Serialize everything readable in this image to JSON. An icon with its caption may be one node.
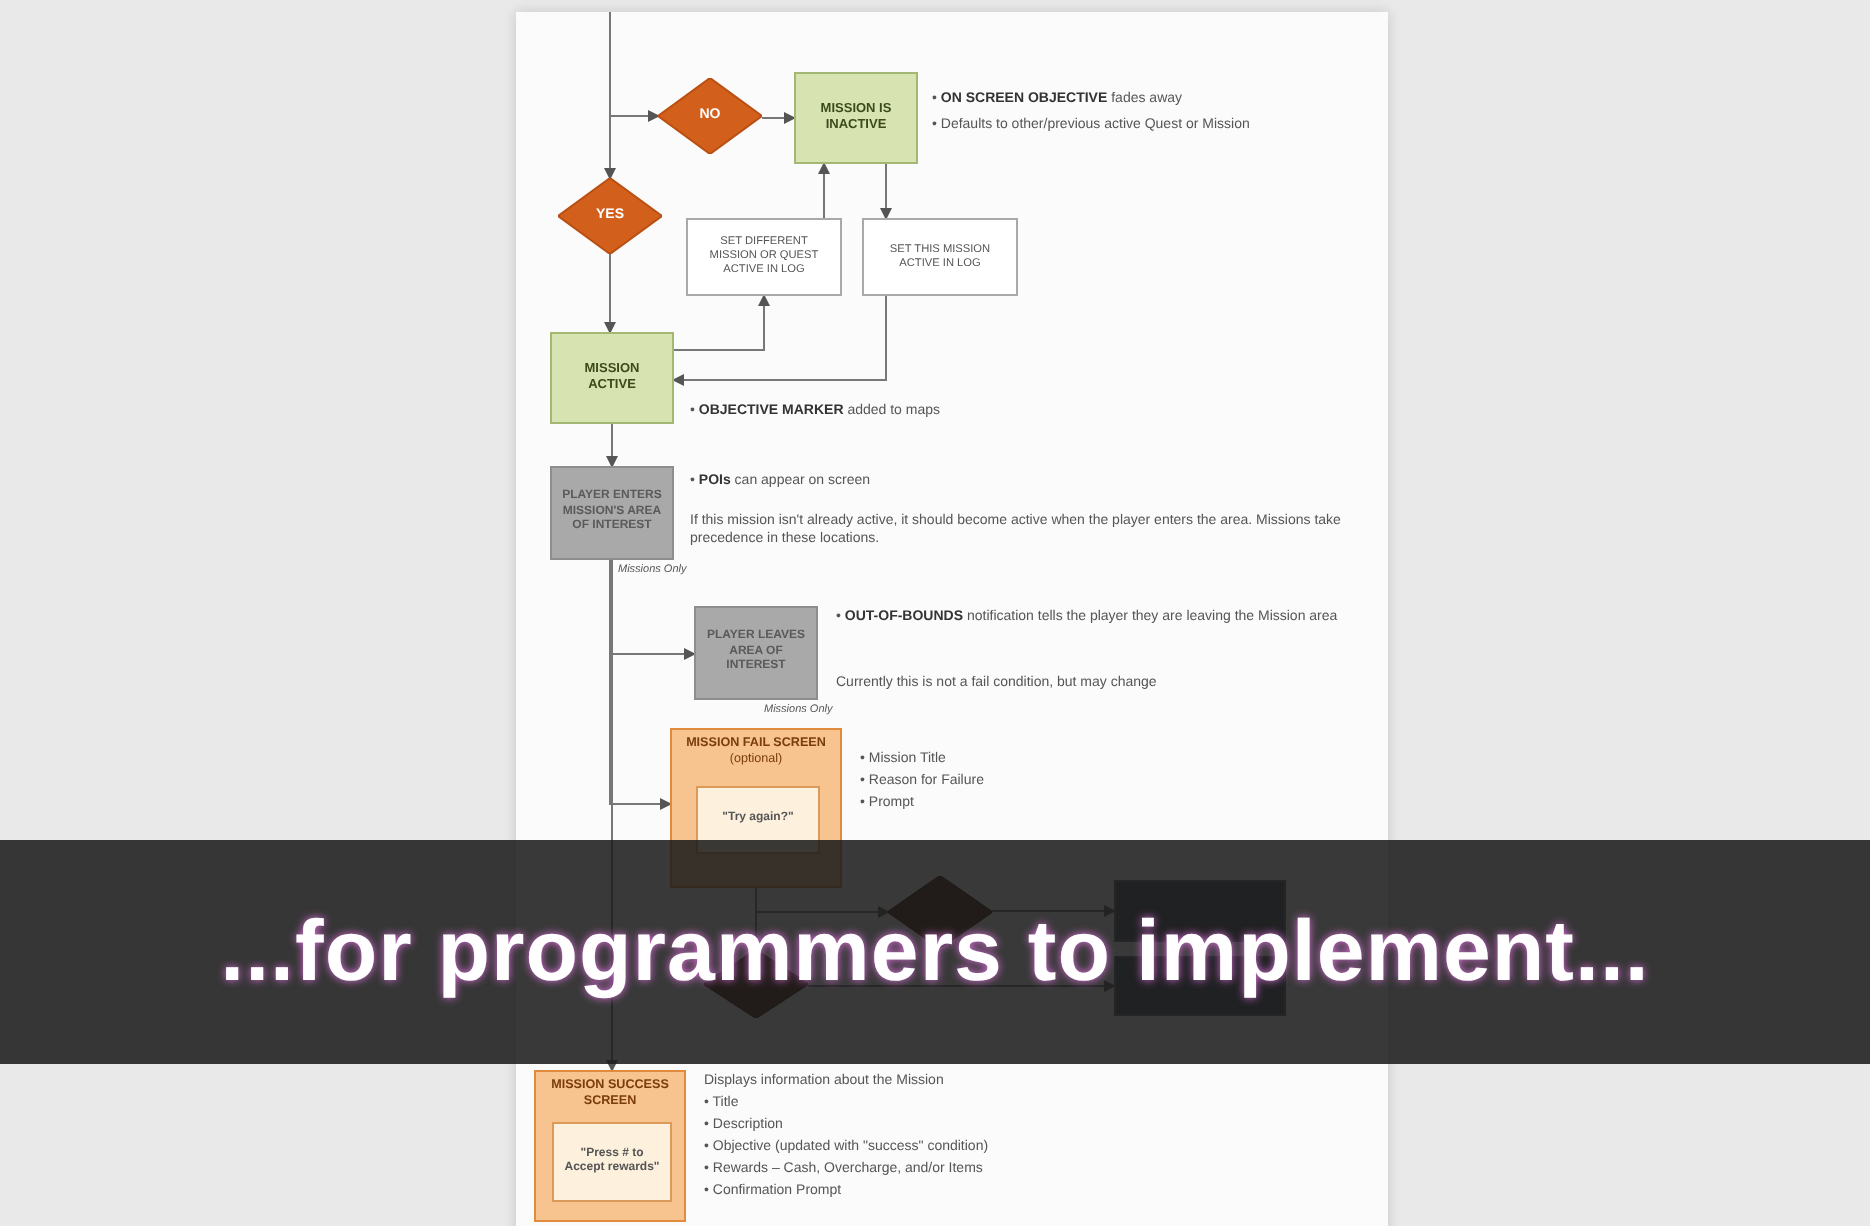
{
  "diagram": {
    "caption": "...for programmers to implement...",
    "nodes": [
      {
        "text": [
          "NO"
        ]
      },
      {
        "text": [
          "MISSION IS INACTIVE"
        ],
        "beside": [
          "• **ON SCREEN OBJECTIVE** fades away",
          "• Defaults to other/previous active Quest or Mission"
        ]
      },
      {
        "text": [
          "YES"
        ]
      },
      {
        "text": [
          "SET DIFFERENT MISSION OR QUEST ACTIVE IN LOG"
        ]
      },
      {
        "text": [
          "SET THIS MISSION ACTIVE IN LOG"
        ]
      },
      {
        "text": [
          "MISSION ACTIVE"
        ],
        "beside": [
          "• **OBJECTIVE MARKER** added to maps"
        ]
      },
      {
        "text": [
          "PLAYER ENTERS MISSION'S AREA OF INTEREST"
        ],
        "beside": [
          "Missions Only",
          "• **POIs** can appear on screen",
          "If this mission isn't already active, it should become active when the player enters the area. Missions take precedence in these locations."
        ]
      },
      {
        "text": [
          "PLAYER LEAVES AREA OF INTEREST"
        ],
        "beside": [
          "Missions Only",
          "• **OUT-OF-BOUNDS** notification tells the player they are leaving the Mission area",
          "Currently this is not a fail condition, but may change"
        ]
      },
      {
        "text": [
          "MISSION FAIL SCREEN",
          "(optional)"
        ],
        "beside": [
          "• Mission Title",
          "• Reason for Failure",
          "• Prompt"
        ]
      },
      {
        "text": [
          "\"Try again?\""
        ],
        "in": 8
      },
      {
        "text": [],
        "shape": "diamond"
      },
      {
        "text": [],
        "shape": "box"
      },
      {
        "text": [],
        "shape": "diamond"
      },
      {
        "text": [],
        "shape": "box"
      },
      {
        "text": [
          "MISSION SUCCESS SCREEN"
        ],
        "beside": [
          "Displays information about the Mission",
          "• Title",
          "• Description",
          "• Objective (updated with \"success\" condition)",
          "• Rewards – Cash, Overcharge, and/or Items",
          "• Confirmation Prompt"
        ]
      },
      {
        "text": [
          "\"Press # to Accept rewards\""
        ],
        "in": 14
      }
    ],
    "edges": [
      {
        "from": null,
        "to": 2,
        "arrow": "to"
      },
      {
        "from": null,
        "to": 0,
        "arrow": "to"
      },
      {
        "from": 0,
        "to": 1,
        "arrow": "to"
      },
      {
        "from": 2,
        "to": 5,
        "arrow": "to"
      },
      {
        "from": 1,
        "to": 4,
        "arrow": "to"
      },
      {
        "from": 4,
        "to": 5,
        "arrow": "to"
      },
      {
        "from": 5,
        "to": 3,
        "arrow": "to"
      },
      {
        "from": 3,
        "to": 1,
        "arrow": "to"
      },
      {
        "from": 5,
        "to": 6,
        "arrow": "to"
      },
      {
        "from": 6,
        "to": 7,
        "arrow": "to"
      },
      {
        "from": 6,
        "to": 8,
        "arrow": "to"
      },
      {
        "from": 6,
        "to": 14,
        "arrow": "to"
      },
      {
        "from": 8,
        "to": 10,
        "arrow": "to"
      },
      {
        "from": 10,
        "to": 11,
        "arrow": "to"
      },
      {
        "from": 8,
        "to": 12,
        "arrow": "to"
      },
      {
        "from": 12,
        "to": 13,
        "arrow": "to"
      }
    ]
  }
}
